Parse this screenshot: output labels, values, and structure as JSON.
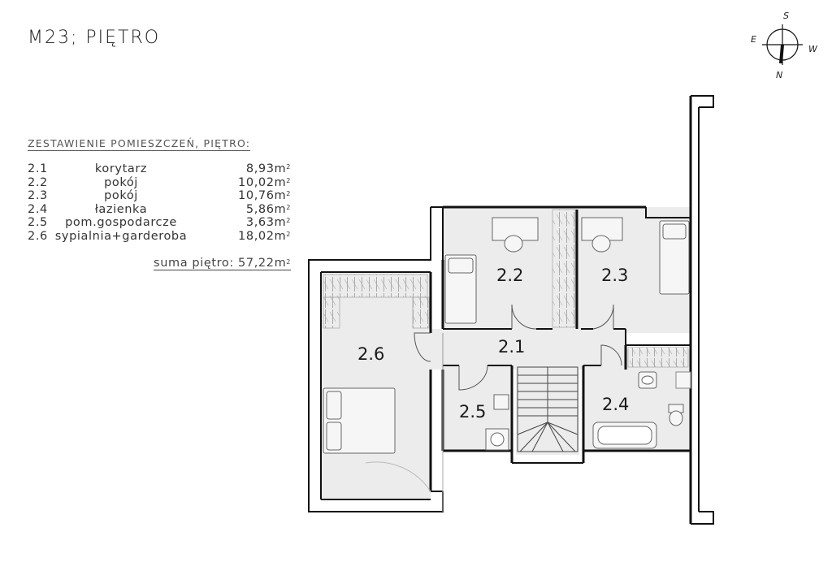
{
  "title": "M23; PIĘTRO",
  "compass": {
    "top": "S",
    "left": "E",
    "right": "W",
    "bottom": "N",
    "icon": "compass-rose-icon"
  },
  "room_list": {
    "heading": "ZESTAWIENIE POMIESZCZEŃ, PIĘTRO:",
    "rows": [
      {
        "num": "2.1",
        "name": "korytarz",
        "area": "8,93m",
        "unit": "2"
      },
      {
        "num": "2.2",
        "name": "pokój",
        "area": "10,02m",
        "unit": "2"
      },
      {
        "num": "2.3",
        "name": "pokój",
        "area": "10,76m",
        "unit": "2"
      },
      {
        "num": "2.4",
        "name": "łazienka",
        "area": "5,86m",
        "unit": "2"
      },
      {
        "num": "2.5",
        "name": "pom.gospodarcze",
        "area": "3,63m",
        "unit": "2"
      },
      {
        "num": "2.6",
        "name": "sypialnia+garderoba",
        "area": "18,02m",
        "unit": "2"
      }
    ],
    "sum": {
      "text": "suma piętro: 57,22m",
      "unit": "2"
    }
  },
  "plan_labels": {
    "r21": "2.1",
    "r22": "2.2",
    "r23": "2.3",
    "r24": "2.4",
    "r25": "2.5",
    "r26": "2.6"
  }
}
